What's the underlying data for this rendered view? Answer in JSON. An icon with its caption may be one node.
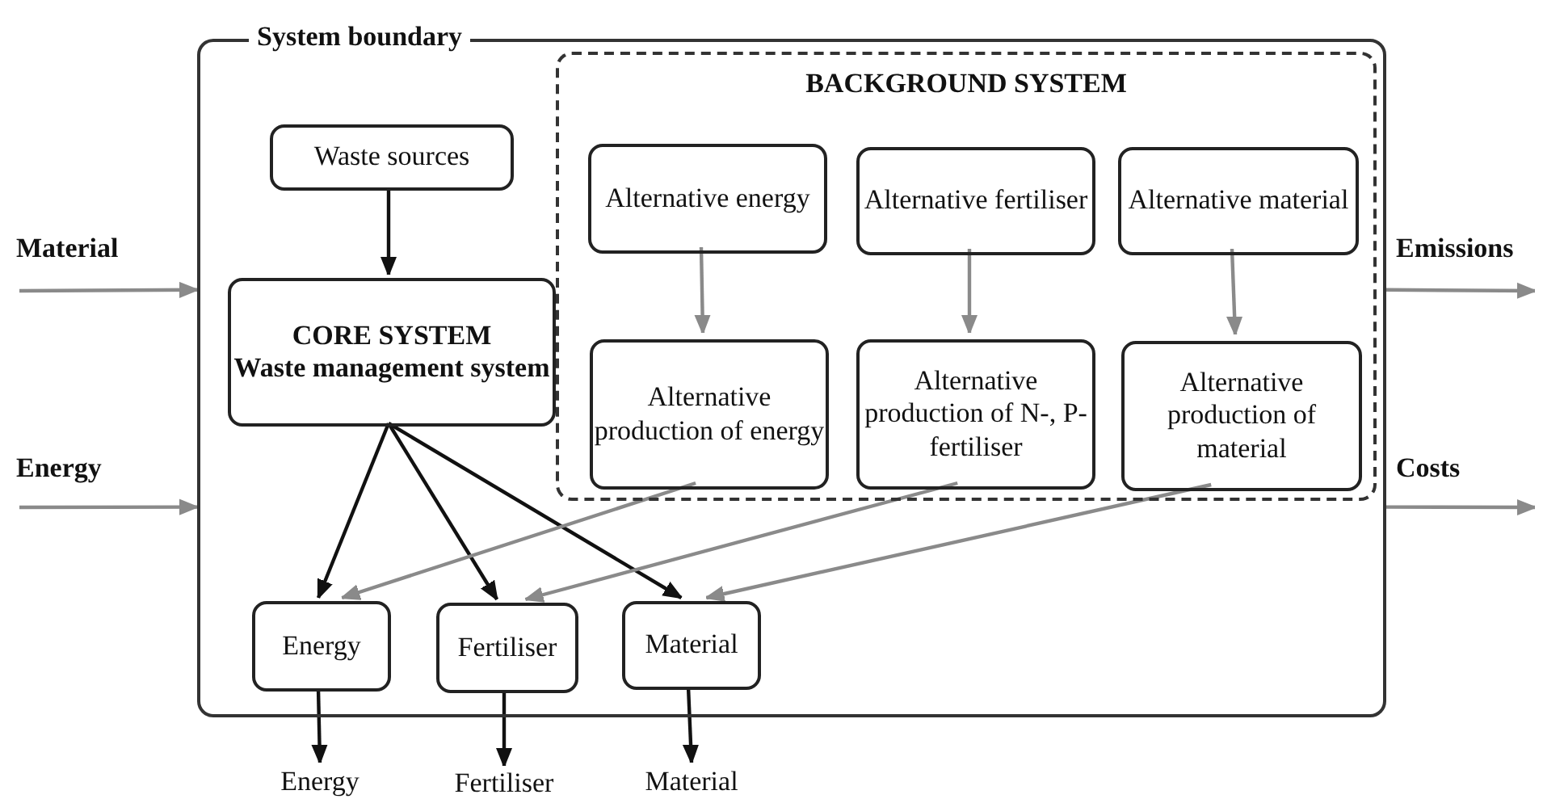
{
  "diagram": {
    "nodes": [
      {
        "text": [
          "System boundary"
        ]
      },
      {
        "text": [
          "BACKGROUND SYSTEM"
        ],
        "in": 0
      },
      {
        "text": [
          "Waste sources"
        ],
        "in": 0
      },
      {
        "text": [
          "CORE SYSTEM",
          "Waste management system"
        ],
        "in": 0
      },
      {
        "text": [
          "Alternative energy"
        ],
        "in": 1
      },
      {
        "text": [
          "Alternative fertiliser"
        ],
        "in": 1
      },
      {
        "text": [
          "Alternative material"
        ],
        "in": 1
      },
      {
        "text": [
          "Alternative production of energy"
        ],
        "in": 1
      },
      {
        "text": [
          "Alternative production of N-, P-fertiliser"
        ],
        "in": 1
      },
      {
        "text": [
          "Alternative production of material"
        ],
        "in": 1
      },
      {
        "text": [
          "Energy"
        ],
        "in": 0
      },
      {
        "text": [
          "Fertiliser"
        ],
        "in": 0
      },
      {
        "text": [
          "Material"
        ],
        "in": 0
      },
      {
        "text": [
          "Energy"
        ]
      },
      {
        "text": [
          "Fertiliser"
        ]
      },
      {
        "text": [
          "Material"
        ]
      }
    ],
    "edges": [
      {
        "from": 2,
        "to": 3,
        "arrow": "to",
        "color": "#111111"
      },
      {
        "from": 3,
        "to": 10,
        "arrow": "to",
        "color": "#111111"
      },
      {
        "from": 3,
        "to": 11,
        "arrow": "to",
        "color": "#111111"
      },
      {
        "from": 3,
        "to": 12,
        "arrow": "to",
        "color": "#111111"
      },
      {
        "from": 4,
        "to": 7,
        "arrow": "to"
      },
      {
        "from": 5,
        "to": 8,
        "arrow": "to"
      },
      {
        "from": 6,
        "to": 9,
        "arrow": "to"
      },
      {
        "from": 7,
        "to": 10,
        "arrow": "to"
      },
      {
        "from": 8,
        "to": 11,
        "arrow": "to"
      },
      {
        "from": 9,
        "to": 12,
        "arrow": "to"
      },
      {
        "from": 10,
        "to": 13,
        "arrow": "to",
        "color": "#111111"
      },
      {
        "from": 11,
        "to": 14,
        "arrow": "to",
        "color": "#111111"
      },
      {
        "from": 12,
        "to": 15,
        "arrow": "to",
        "color": "#111111"
      },
      {
        "from": null,
        "to": 0,
        "arrow": "to",
        "label": "Material"
      },
      {
        "from": null,
        "to": 0,
        "arrow": "to",
        "label": "Energy"
      },
      {
        "from": 0,
        "to": null,
        "arrow": "to",
        "label": "Emissions"
      },
      {
        "from": 0,
        "to": null,
        "arrow": "to",
        "label": "Costs"
      }
    ]
  }
}
